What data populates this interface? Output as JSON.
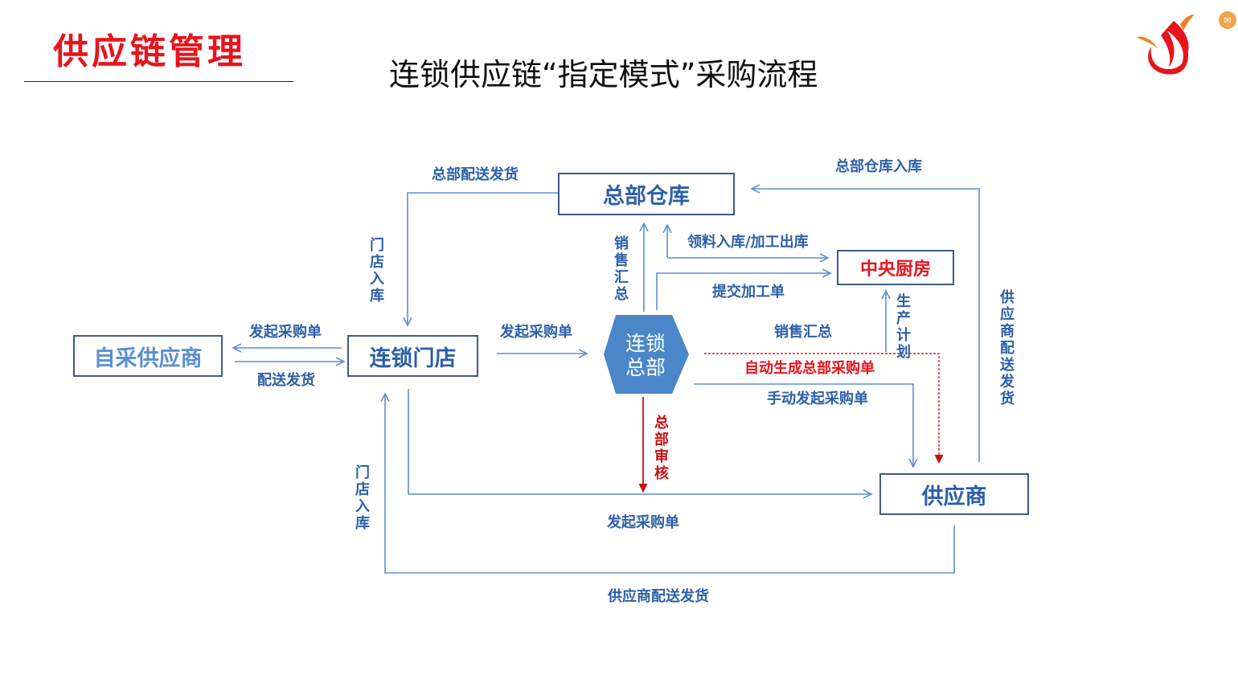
{
  "header": {
    "section_title": "供应链管理",
    "page_title": "连锁供应链“指定模式”采购流程"
  },
  "nodes": {
    "hq_warehouse": "总部仓库",
    "central_kitchen": "中央厨房",
    "self_supplier": "自采供应商",
    "chain_store": "连锁门店",
    "chain_hq_line1": "连锁",
    "chain_hq_line2": "总部",
    "supplier": "供应商"
  },
  "edges": {
    "hq_distribute": "总部配送发货",
    "hq_warehouse_in": "总部仓库入库",
    "store_in_top": "门店入库",
    "sales_summary_vertical": "销售汇总",
    "material_in_process_out": "领料入库/加工出库",
    "submit_process_order": "提交加工单",
    "production_plan": "生产计划",
    "supplier_distribute_vertical": "供应商配送发货",
    "start_po_left": "发起采购单",
    "distribute_ship": "配送发货",
    "start_po_mid": "发起采购单",
    "sales_summary": "销售汇总",
    "auto_generate_hq_po": "自动生成总部采购单",
    "manual_start_po": "手动发起采购单",
    "hq_review": "总部审核",
    "store_in_bottom": "门店入库",
    "start_po_bottom": "发起采购单",
    "supplier_distribute_bottom": "供应商配送发货"
  },
  "colors": {
    "accent_red": "#e8141b",
    "blue_text": "#2c5fa8",
    "arrow_blue": "#5b8fd1",
    "box_border": "#3d5a8a",
    "hex_fill": "#4a86c8"
  }
}
